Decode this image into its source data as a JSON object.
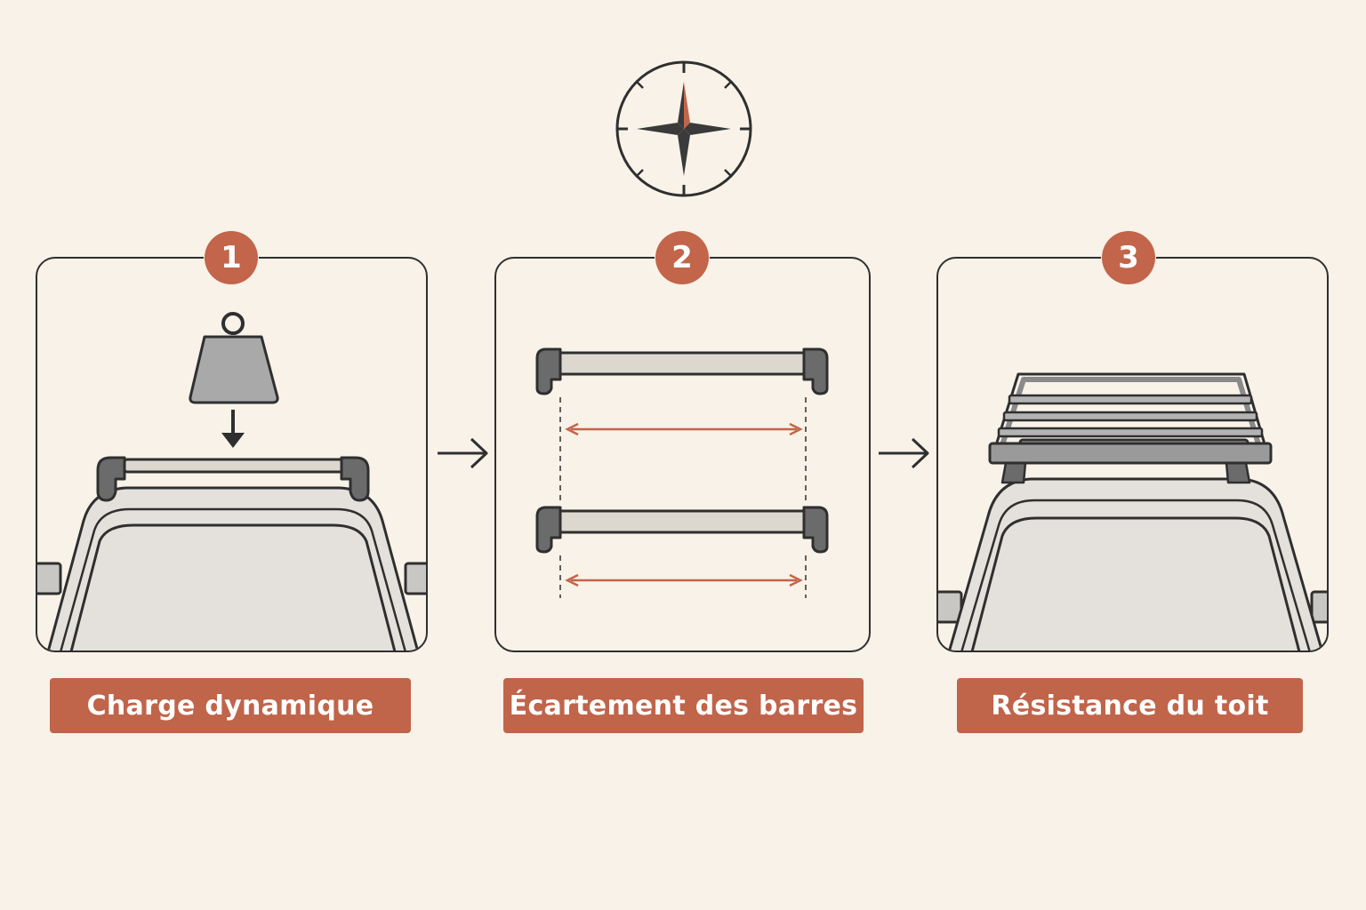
{
  "colors": {
    "background": "#f8f2e8",
    "accent": "#c2654a",
    "line": "#2f2f2f",
    "bar": "#dcd8d0",
    "car_body": "#e4e1dc"
  },
  "compass": {
    "icon": "compass-rose-icon"
  },
  "steps": [
    {
      "number": "1",
      "label": "Charge dynamique",
      "icon": "weight-on-roof-bar-icon"
    },
    {
      "number": "2",
      "label": "Écartement des barres",
      "icon": "bar-spacing-icon"
    },
    {
      "number": "3",
      "label": "Résistance du toit",
      "icon": "roof-rack-icon"
    }
  ],
  "connectors": [
    "arrow-right-icon",
    "arrow-right-icon"
  ]
}
